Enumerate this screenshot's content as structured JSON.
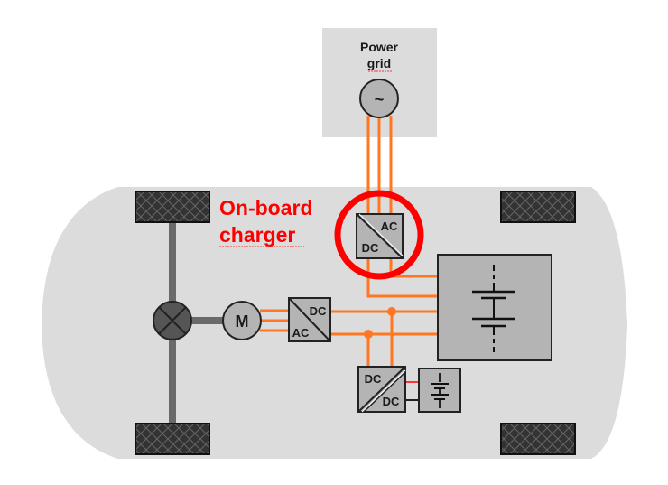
{
  "colors": {
    "car_body": "#dcdcdc",
    "grid_box": "#dcdcdc",
    "hv_line": "#ff7722",
    "highlight": "#ff0000",
    "component_fill": "#b4b4b4",
    "wheel_fill": "#333333",
    "axle": "#6a6a6a"
  },
  "power_grid": {
    "label_line1": "Power",
    "label_line2": "grid",
    "source_symbol": "~"
  },
  "callout": {
    "line1": "On-board",
    "line2": "charger"
  },
  "onboard_charger": {
    "top_label": "AC",
    "bottom_label": "DC"
  },
  "inverter": {
    "top_label": "DC",
    "bottom_label": "AC"
  },
  "dcdc_converter": {
    "top_label": "DC",
    "bottom_label": "DC"
  },
  "motor": {
    "label": "M"
  },
  "components": {
    "hv_battery": "High-voltage battery",
    "lv_battery": "Low-voltage battery",
    "differential": "Differential",
    "wheels": [
      "front-left",
      "front-right",
      "rear-left",
      "rear-right"
    ]
  }
}
